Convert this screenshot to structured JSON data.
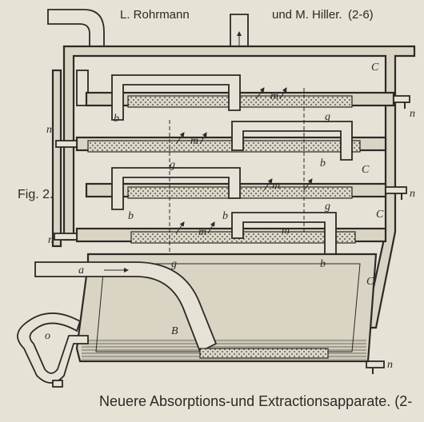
{
  "header": {
    "author_left": "L. Rohrmann",
    "author_right": "und M. Hiller.",
    "ref": "(2-6)"
  },
  "figure_label": "Fig. 2.",
  "caption": "Neuere Absorptions-und Extractionsapparate. (2-",
  "labels": {
    "a": "a",
    "b": "b",
    "B": "B",
    "C": "C",
    "g": "g",
    "m": "m",
    "n": "n",
    "o": "o"
  }
}
